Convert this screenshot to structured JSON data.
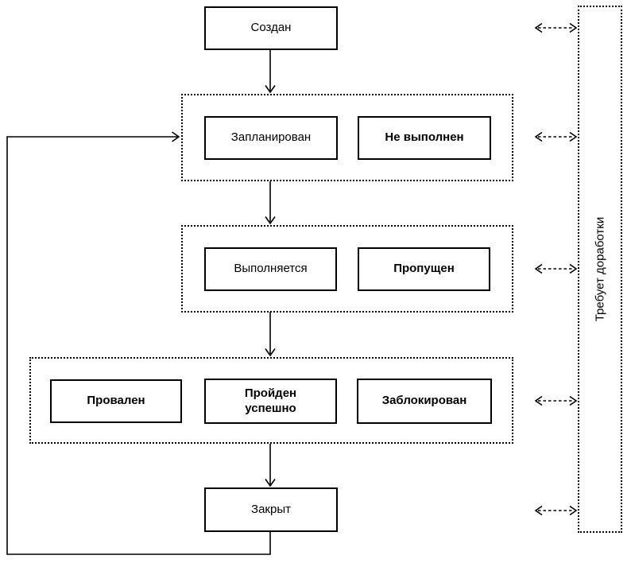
{
  "diagram": {
    "type": "state-flow",
    "language": "ru",
    "nodes": {
      "created": {
        "label": "Создан",
        "style": "regular"
      },
      "planned": {
        "label": "Запланирован",
        "style": "regular"
      },
      "not_executed": {
        "label": "Не выполнен",
        "style": "bold"
      },
      "in_progress": {
        "label": "Выполняется",
        "style": "regular"
      },
      "skipped": {
        "label": "Пропущен",
        "style": "bold"
      },
      "failed": {
        "label": "Провален",
        "style": "bold"
      },
      "passed": {
        "label": "Пройден успешно",
        "style": "bold"
      },
      "blocked": {
        "label": "Заблокирован",
        "style": "bold"
      },
      "closed": {
        "label": "Закрыт",
        "style": "regular"
      },
      "rework": {
        "label": "Требует доработки",
        "style": "regular",
        "orientation": "vertical"
      }
    },
    "groups": [
      {
        "members": [
          "planned",
          "not_executed"
        ]
      },
      {
        "members": [
          "in_progress",
          "skipped"
        ]
      },
      {
        "members": [
          "failed",
          "passed",
          "blocked"
        ]
      }
    ],
    "connections": [
      {
        "from": "created",
        "to": "group-1",
        "style": "solid-arrow"
      },
      {
        "from": "group-1",
        "to": "group-2",
        "style": "solid-arrow"
      },
      {
        "from": "group-2",
        "to": "group-3",
        "style": "solid-arrow"
      },
      {
        "from": "group-3",
        "to": "closed",
        "style": "solid-arrow"
      },
      {
        "from": "closed",
        "to": "group-1",
        "style": "solid-arrow-loop-left"
      },
      {
        "from": "created-level",
        "to": "rework",
        "style": "dashed-double-arrow"
      },
      {
        "from": "group-1",
        "to": "rework",
        "style": "dashed-double-arrow"
      },
      {
        "from": "group-2",
        "to": "rework",
        "style": "dashed-double-arrow"
      },
      {
        "from": "group-3",
        "to": "rework",
        "style": "dashed-double-arrow"
      },
      {
        "from": "closed",
        "to": "rework",
        "style": "dashed-double-arrow"
      }
    ],
    "colors": {
      "stroke": "#000000",
      "background": "#ffffff"
    }
  }
}
